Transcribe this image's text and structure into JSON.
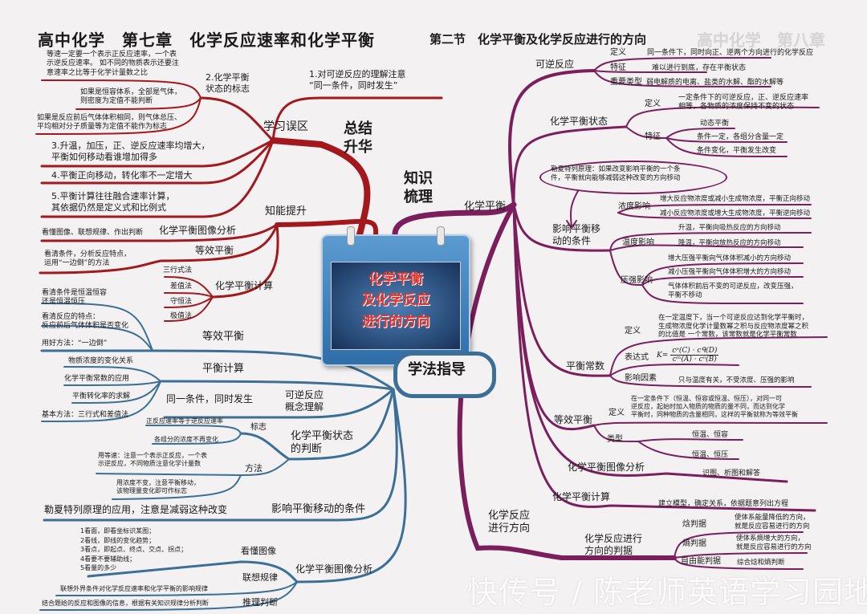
{
  "header": {
    "title": "高中化学　第七章　化学反应速率和化学平衡",
    "section": "第二节　化学平衡及化学反应进行的方向",
    "bleed_through": "高中化学　第八章"
  },
  "center": {
    "label": "化学平衡\n及化学反应\n进行的方向"
  },
  "colors": {
    "red_branch": "#a3181c",
    "purple_branch": "#7a1f5c",
    "blue_branch": "#3b6f97",
    "calendar": "#3f82bf"
  },
  "summary": {
    "main": "总结\n升华",
    "mistakes": {
      "label": "学习误区",
      "item1": "1.对可逆反应的理解注意\n“同一条件，同时发生”",
      "item2": "2.化学平衡\n状态的标志",
      "item2_notes": [
        "等速一定要一个表示正反应速率，一个表\n示逆反应速率。 如不同的物质表示还要注\n意速率之比等于化学计量数之比",
        "如果是恒容体系，全部是气体，\n则密度为定值不能判断",
        "如果是反应前后气体体积相同，则气体总压、\n平均相对分子质量等为定值不能作为标志"
      ],
      "item3": "3.升温，加压，正、逆反应速率均增大，\n平衡如何移动看谁增加得多",
      "item4": "4.平衡正向移动，转化率不一定增大",
      "item5": "5.平衡计算往往融合速率计算，\n其依据仍然是定义式和比例式"
    },
    "skills": {
      "label": "知能提升",
      "graph": {
        "label": "化学平衡图像分析",
        "note": "看懂图像、联想规律、作出判断"
      },
      "equiv": {
        "label": "等效平衡",
        "note": "看清条件，分析反应特点，\n运用“一边倒”的方法"
      },
      "calc": {
        "label": "化学平衡计算",
        "methods": [
          "三行式法",
          "差值法",
          "守恒法",
          "极值法"
        ]
      }
    }
  },
  "method": {
    "main": "学法指导",
    "equiv": {
      "label": "等效平衡",
      "notes": [
        "看清条件是恒温恒容\n还是恒温恒压",
        "看清反应的特点：\n反应前后气体体积是否变化",
        "用好方法：“一边倒”"
      ]
    },
    "calc": {
      "label": "平衡计算",
      "notes": [
        "物质浓度的变化关系",
        "化学平衡常数的应用",
        "平衡转化率的求解",
        "基本方法：三行式和差值法"
      ]
    },
    "reversible": {
      "label": "可逆反应\n概念理解",
      "note": "同一条件，同时发生"
    },
    "state": {
      "label": "化学平衡状态\n的判断",
      "sign": {
        "label": "标志",
        "notes": [
          "正反应速率等于逆反应速率",
          "各组分的浓度不再变化"
        ]
      },
      "method": {
        "label": "方法",
        "notes": [
          "用等速：注意一个表示正反应，一个表\n示逆反应，不同物质注意化学计量数",
          "用浓度不变，注意平衡移动，\n该物理量变化即可作标志"
        ]
      }
    },
    "shift": {
      "label": "影响平衡移动的条件",
      "note": "勒夏特列原理的应用，注意是减弱这种改变"
    },
    "graph": {
      "label": "化学平衡图像分析",
      "read": {
        "label": "看懂图像",
        "note": "1看面，即看坐标识某图；\n2看线，即线的变化趋势；\n3看点，即起点、终点、交点、拐点；\n4看要不要辅助线；\n5看量的多少"
      },
      "relate": {
        "label": "联想规律",
        "note": "联想外界条件对化学反应速率和化学平衡的影响规律"
      },
      "infer": {
        "label": "推理判断",
        "note": "结合题给的反应和图像的信息，根据有关知识规律分析判断"
      }
    }
  },
  "knowledge": {
    "main": "知识\n梳理",
    "equilibrium": {
      "label": "化学平衡",
      "reversible": {
        "label": "可逆反应",
        "def_label": "定义",
        "def": "同一条件下，同时向正、逆两个方向进行的化学反应",
        "feat_label": "特征",
        "feat": "难以进行到底，存在平衡状态",
        "type_label": "重要类型",
        "type": "弱电解质的电离、盐类的水解、酯的水解等"
      },
      "state": {
        "label": "化学平衡状态",
        "def_label": "定义",
        "def": "一定条件下的可逆反应，正、逆反应速率\n相等，各物质的浓度保持不变的状态",
        "feat_label": "特征",
        "feats": [
          "动态平衡",
          "条件一定，各组分含量一定",
          "条件变化，平衡发生改变"
        ]
      },
      "le_chatelier": "勒夏特列原理：如果改变影响平衡的一个条\n件，平衡就向能够减弱这种改变的方向移动",
      "shift": {
        "label": "影响平衡移\n动的条件",
        "conc": {
          "label": "浓度影响",
          "items": [
            "增大反应物浓度或减小生成物浓度，平衡正向移动",
            "减小反应物浓度或增大生成物浓度，平衡逆向移动"
          ]
        },
        "temp": {
          "label": "温度影响",
          "items": [
            "升温，平衡向吸热反应的方向移动",
            "降温，平衡向放热反应的方向移动"
          ]
        },
        "pres": {
          "label": "压强影响",
          "items": [
            "增大压强平衡向气体体积减小的方向移动",
            "减小压强平衡向气体体积增大的方向移动",
            "气体体积前后不变的可逆反应，改变压强，\n平衡不移动"
          ]
        }
      },
      "constant": {
        "label": "平衡常数",
        "def_label": "定义",
        "def": "在一定温度下，当一个可逆反应达到化学平衡时，\n生成物浓度化学计量数幂之积与反应物浓度幂之积\n的比值是 一个常数，该常数就是化学平衡常数",
        "expr_label": "表达式",
        "expr_lhs": "K=",
        "expr_num": "cᵖ(C) · cᑫ(D)",
        "expr_den": "cᵐ(A) · cⁿ(B)",
        "factor_label": "影响因素",
        "factor": "只与温度有关，不受浓度、压强的影响"
      },
      "equiv": {
        "label": "等效平衡",
        "def_label": "定义",
        "def": "在一定条件下（恒温、恒容或恒温、恒压），对同一可\n逆反应，起始时加入物质的物质的量不同，而达到化学\n平衡时，同种物质的含量相同，这样的平衡就称为等效平衡",
        "type_label": "类型",
        "types": [
          "恒温、恒容",
          "恒温、恒压"
        ]
      },
      "graph": {
        "label": "化学平衡图像分析",
        "note": "识图、析图和解答"
      },
      "calc": {
        "label": "化学平衡计算",
        "note": "建立模型，确定关系，依据题意列出方程"
      }
    },
    "direction": {
      "label": "化学反应\n进行方向",
      "criteria": {
        "label": "化学反应进行\n方向的判据",
        "enthalpy_label": "焓判据",
        "enthalpy": "使体系能量降低的方向，\n就是反应容易进行的方向",
        "entropy_label": "熵判据",
        "entropy": "使体系熵增大的方向，\n就是反应容易进行的方向",
        "free_label": "自由能判据",
        "free": "综合焓和熵判断"
      }
    }
  },
  "watermark": "快传号 / 陈老师英语学习园地"
}
